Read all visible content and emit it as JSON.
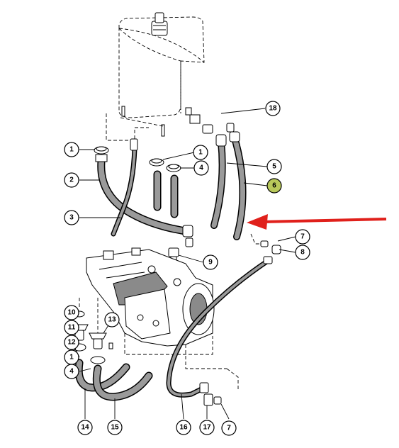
{
  "colors": {
    "highlight": "#b8c85a",
    "arrow": "#e0201b",
    "ink": "#000000"
  },
  "callouts": [
    {
      "id": "c1a",
      "label": "1"
    },
    {
      "id": "c1b",
      "label": "1"
    },
    {
      "id": "c1c",
      "label": "1"
    },
    {
      "id": "c2",
      "label": "2"
    },
    {
      "id": "c3",
      "label": "3"
    },
    {
      "id": "c4a",
      "label": "4"
    },
    {
      "id": "c4b",
      "label": "4"
    },
    {
      "id": "c5",
      "label": "5"
    },
    {
      "id": "c6",
      "label": "6",
      "highlighted": true
    },
    {
      "id": "c7a",
      "label": "7"
    },
    {
      "id": "c7b",
      "label": "7"
    },
    {
      "id": "c8",
      "label": "8"
    },
    {
      "id": "c9",
      "label": "9"
    },
    {
      "id": "c10",
      "label": "10"
    },
    {
      "id": "c11",
      "label": "11"
    },
    {
      "id": "c12",
      "label": "12"
    },
    {
      "id": "c13",
      "label": "13"
    },
    {
      "id": "c14",
      "label": "14"
    },
    {
      "id": "c15",
      "label": "15"
    },
    {
      "id": "c16",
      "label": "16"
    },
    {
      "id": "c17",
      "label": "17"
    },
    {
      "id": "c18",
      "label": "18"
    }
  ]
}
